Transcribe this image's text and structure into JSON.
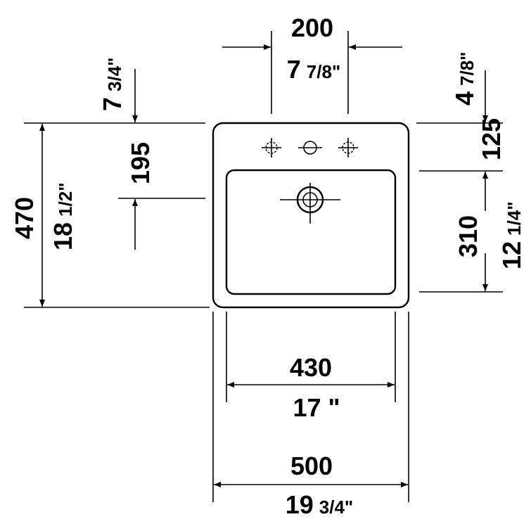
{
  "dimensions": {
    "tap_spacing": {
      "mm": "200",
      "inch_whole": "7",
      "inch_frac": "7/8\""
    },
    "tap_offset_left": {
      "inch_whole": "7",
      "inch_frac": "3/4\"",
      "mm": "195"
    },
    "tap_offset_right": {
      "inch_whole": "4",
      "inch_frac": "7/8\"",
      "mm": "125"
    },
    "bowl_depth": {
      "mm": "310",
      "inch_whole": "12",
      "inch_frac": "1/4\""
    },
    "overall_depth": {
      "mm": "470",
      "inch_whole": "18",
      "inch_frac": "1/2\""
    },
    "bowl_width": {
      "mm": "430",
      "inch_text": "17 \""
    },
    "overall_width": {
      "mm": "500",
      "inch_whole": "19",
      "inch_frac": "3/4\""
    }
  }
}
